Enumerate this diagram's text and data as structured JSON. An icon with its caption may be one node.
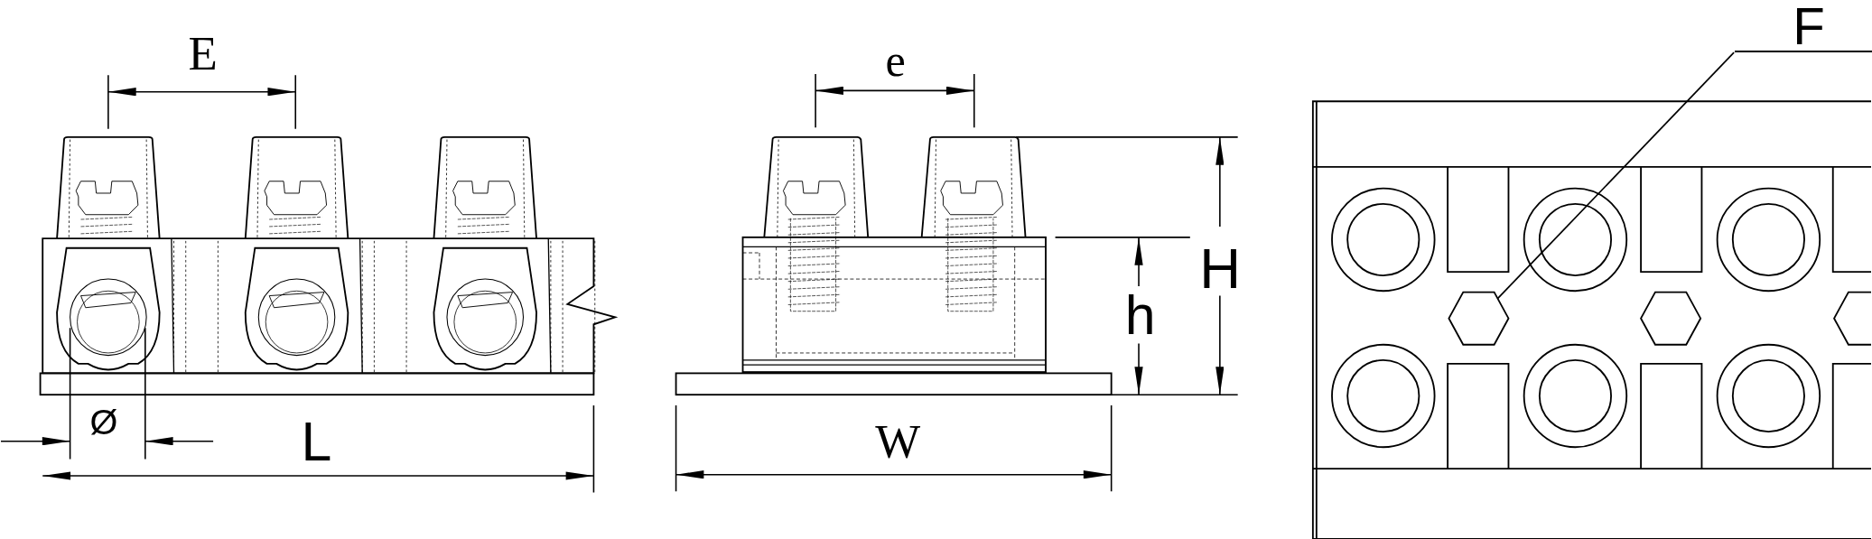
{
  "diagram": {
    "nodes": [
      {
        "text": [
          "F"
        ]
      },
      {
        "text": [],
        "shape": "hexagon"
      }
    ],
    "edges": [
      {
        "from": 0,
        "to": 1,
        "arrow": "none"
      }
    ],
    "labels": [
      "E",
      "Ø",
      "L",
      "e",
      "W",
      "H",
      "h"
    ]
  }
}
